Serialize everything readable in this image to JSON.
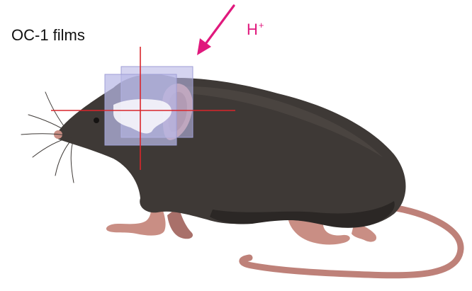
{
  "labels": {
    "films": "OC-1 films",
    "beam_particle": "H",
    "beam_charge": "+"
  },
  "icons": {
    "subject": "mouse-illustration",
    "beam": "beam-arrow",
    "films": "film-squares",
    "target": "crosshair"
  },
  "colors": {
    "background": "#ffffff",
    "text": "#111111",
    "beam": "#e0197d",
    "crosshair": "#d9262b",
    "film": "#b9b8e6",
    "film_edge": "#9f9ed6",
    "fur": "#3e3936",
    "fur_shadow": "#2b2725",
    "fur_highlight": "#4d4743",
    "skin": "#c98e84",
    "skin_dark": "#a9706a",
    "tail": "#be8179"
  }
}
